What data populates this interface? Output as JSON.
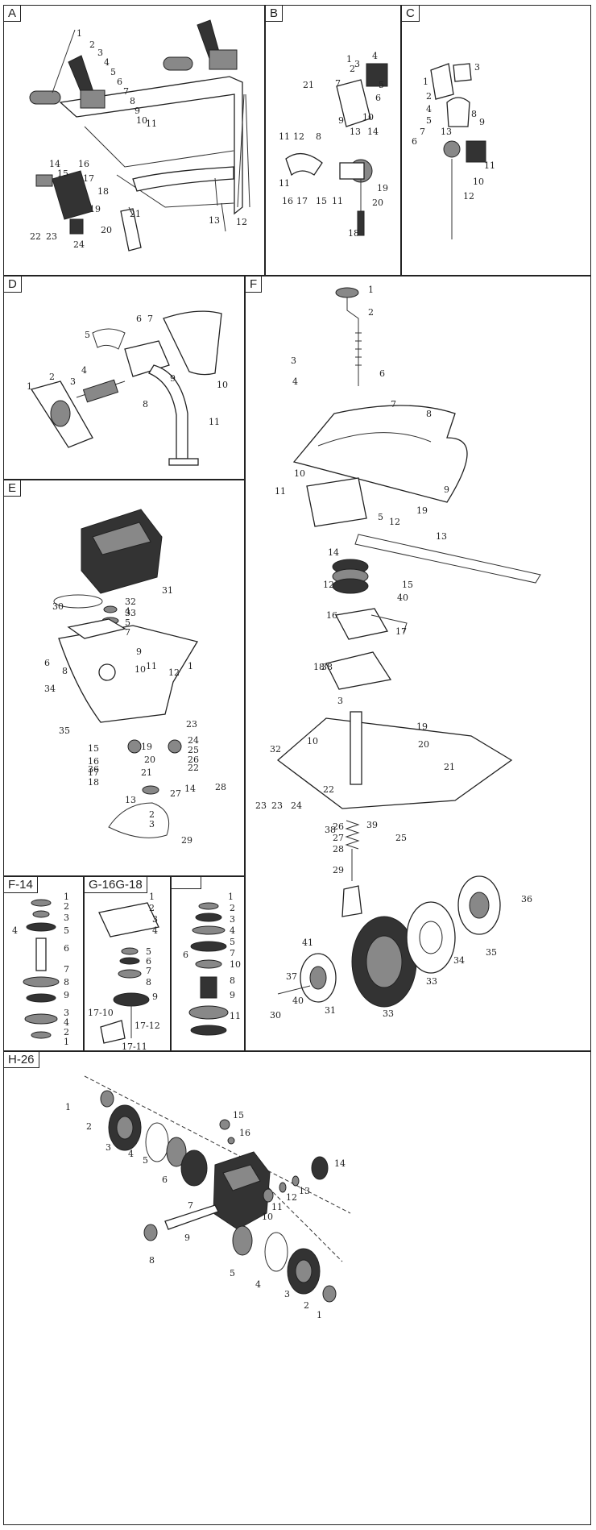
{
  "panels": [
    {
      "id": "A",
      "label": "A",
      "callouts": [
        "1",
        "2",
        "3",
        "4",
        "5",
        "6",
        "7",
        "8",
        "9",
        "10",
        "11",
        "12",
        "13",
        "14",
        "15",
        "16",
        "17",
        "18",
        "19",
        "20",
        "21",
        "22",
        "23",
        "24"
      ]
    },
    {
      "id": "B",
      "label": "B",
      "callouts": [
        "1",
        "2",
        "3",
        "4",
        "5",
        "6",
        "7",
        "8",
        "9",
        "10",
        "11",
        "11",
        "11",
        "12",
        "13",
        "14",
        "15",
        "16",
        "17",
        "18",
        "19",
        "20",
        "21"
      ]
    },
    {
      "id": "C",
      "label": "C",
      "callouts": [
        "1",
        "2",
        "3",
        "4",
        "5",
        "6",
        "7",
        "8",
        "9",
        "10",
        "11",
        "12",
        "13"
      ]
    },
    {
      "id": "D",
      "label": "D",
      "callouts": [
        "1",
        "2",
        "3",
        "4",
        "5",
        "6",
        "7",
        "8",
        "9",
        "10",
        "11"
      ]
    },
    {
      "id": "E",
      "label": "E",
      "callouts": [
        "1",
        "2",
        "3",
        "4",
        "5",
        "6",
        "7",
        "8",
        "9",
        "10",
        "11",
        "12",
        "13",
        "14",
        "15",
        "16",
        "17",
        "18",
        "19",
        "20",
        "21",
        "22",
        "23",
        "24",
        "25",
        "26",
        "27",
        "28",
        "29",
        "30",
        "31",
        "32",
        "33",
        "34",
        "35",
        "36"
      ]
    },
    {
      "id": "F",
      "label": "F",
      "callouts": [
        "1",
        "2",
        "3",
        "3",
        "4",
        "5",
        "6",
        "7",
        "8",
        "9",
        "10",
        "10",
        "11",
        "12",
        "12",
        "13",
        "14",
        "15",
        "16",
        "17",
        "18",
        "19",
        "19",
        "20",
        "21",
        "22",
        "23",
        "23",
        "24",
        "25",
        "26",
        "27",
        "28",
        "29",
        "30",
        "31",
        "32",
        "33",
        "33",
        "34",
        "35",
        "36",
        "37",
        "38",
        "38",
        "39",
        "40",
        "40",
        "41"
      ]
    },
    {
      "id": "F14",
      "label": "F-14",
      "callouts": [
        "1",
        "2",
        "3",
        "4",
        "5",
        "6",
        "7",
        "8",
        "9",
        "3",
        "4",
        "2",
        "1"
      ]
    },
    {
      "id": "G16",
      "label": "G-16G-18",
      "callouts": [
        "1",
        "2",
        "3",
        "4",
        "5",
        "6",
        "7",
        "8",
        "9",
        "17-10",
        "17-11",
        "17-12"
      ]
    },
    {
      "id": "BLANK",
      "label": "",
      "callouts": [
        "1",
        "2",
        "3",
        "4",
        "5",
        "6",
        "7",
        "8",
        "9",
        "10",
        "11"
      ]
    },
    {
      "id": "H26",
      "label": "H-26",
      "callouts": [
        "1",
        "1",
        "2",
        "2",
        "3",
        "3",
        "4",
        "4",
        "5",
        "5",
        "6",
        "7",
        "8",
        "9",
        "10",
        "11",
        "12",
        "13",
        "14",
        "15",
        "16"
      ]
    }
  ]
}
